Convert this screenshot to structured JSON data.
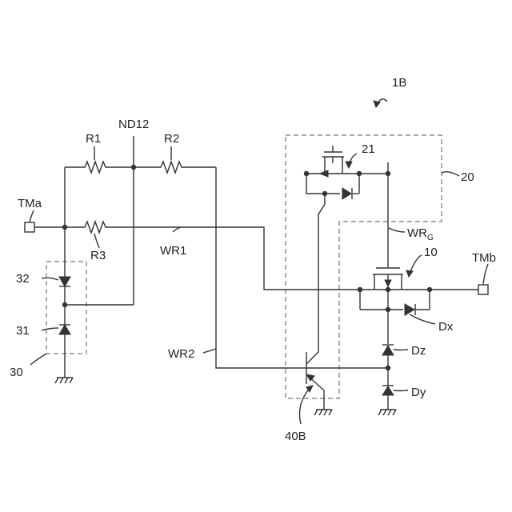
{
  "labels": {
    "figure": "1B",
    "block_20": "20",
    "fet_21": "21",
    "fet_10": "10",
    "block_30": "30",
    "diode_32": "32",
    "diode_31": "31",
    "transistor_40b": "40B",
    "terminal_a": "TMa",
    "terminal_b": "TMb",
    "resistor_r1": "R1",
    "resistor_r2": "R2",
    "resistor_r3": "R3",
    "node_nd12": "ND12",
    "wire_wr1": "WR1",
    "wire_wr2": "WR2",
    "wire_wrg_main": "WR",
    "wire_wrg_sub": "G",
    "diode_dx": "Dx",
    "diode_dz": "Dz",
    "diode_dy": "Dy"
  }
}
